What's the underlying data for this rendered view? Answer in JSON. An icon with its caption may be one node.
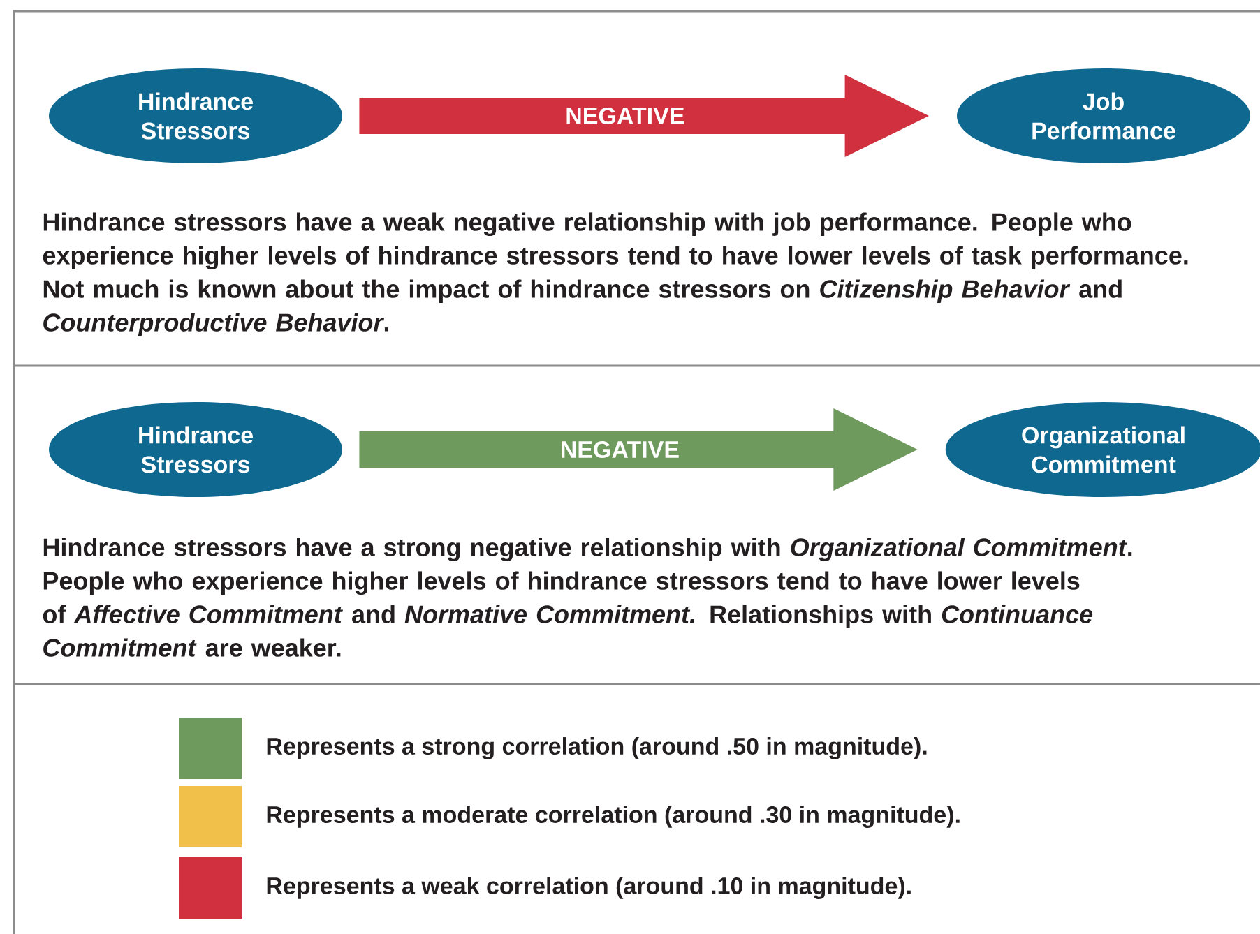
{
  "diagram": {
    "nodes": [
      {
        "text": [
          "Hindrance Stressors"
        ]
      },
      {
        "text": [
          "Job Performance"
        ]
      },
      {
        "text": [
          "Hindrance Stressors"
        ]
      },
      {
        "text": [
          "Organizational Commitment"
        ]
      }
    ],
    "edges": [
      {
        "from": 0,
        "to": 1,
        "arrow": "to",
        "label": "NEGATIVE",
        "color": "#d1303f"
      },
      {
        "from": 2,
        "to": 3,
        "arrow": "to",
        "label": "NEGATIVE",
        "color": "#6f9a5e"
      }
    ],
    "labels": [
      "Hindrance stressors have a weak negative relationship with job performance. People who experience higher levels of hindrance stressors tend to have lower levels of task performance. Not much is known about the impact of hindrance stressors on *Citizenship Behavior* and *Counterproductive Behavior*.",
      "Hindrance stressors have a strong negative relationship with *Organizational Commitment*. People who experience higher levels of hindrance stressors tend to have lower levels of *Affective Commitment* and *Normative Commitment.* Relationships with *Continuance Commitment* are weaker."
    ],
    "legend": [
      {
        "text": "Represents a strong correlation (around .50 in magnitude).",
        "color": "#6f9a5e"
      },
      {
        "text": "Represents a moderate correlation (around .30 in magnitude).",
        "color": "#f0c04a"
      },
      {
        "text": "Represents a weak correlation (around .10 in magnitude).",
        "color": "#d1303f"
      }
    ]
  }
}
